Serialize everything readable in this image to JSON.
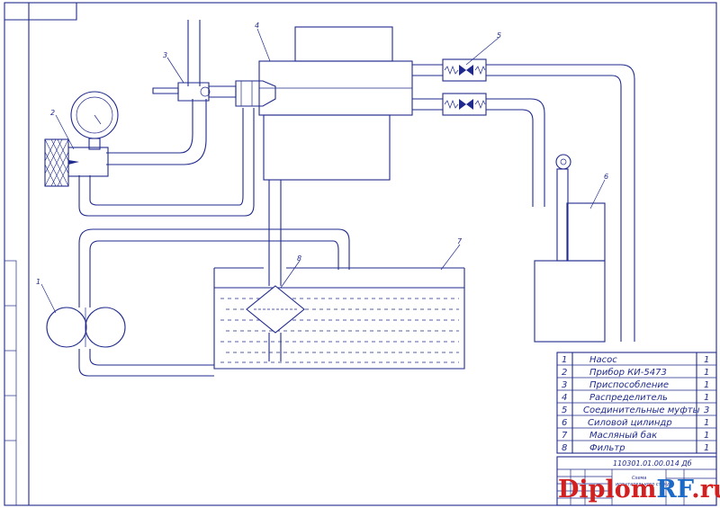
{
  "callouts": [
    "1",
    "2",
    "3",
    "4",
    "5",
    "6",
    "7",
    "8"
  ],
  "bom": [
    {
      "pos": "1",
      "name": "Насос",
      "qty": "1"
    },
    {
      "pos": "2",
      "name": "Прибор КИ-5473",
      "qty": "1"
    },
    {
      "pos": "3",
      "name": "Приспособление",
      "qty": "1"
    },
    {
      "pos": "4",
      "name": "Распределитель",
      "qty": "1"
    },
    {
      "pos": "5",
      "name": "Соединительные муфты",
      "qty": "3"
    },
    {
      "pos": "6",
      "name": "Силовой цилиндр",
      "qty": "1"
    },
    {
      "pos": "7",
      "name": "Масляный бак",
      "qty": "1"
    },
    {
      "pos": "8",
      "name": "Фильтр",
      "qty": "1"
    }
  ],
  "title_block": {
    "doc_code": "110301.01.00.014 Дб",
    "title_line1": "Схема",
    "title_line2": "испытательного стенда"
  },
  "watermark": {
    "part1": "Diplom",
    "part2": "RF",
    "part3": ".ru"
  },
  "colors": {
    "ink": "#1f2a8c",
    "watermark_red": "#d21f1f",
    "watermark_blue": "#1c6ac8"
  }
}
